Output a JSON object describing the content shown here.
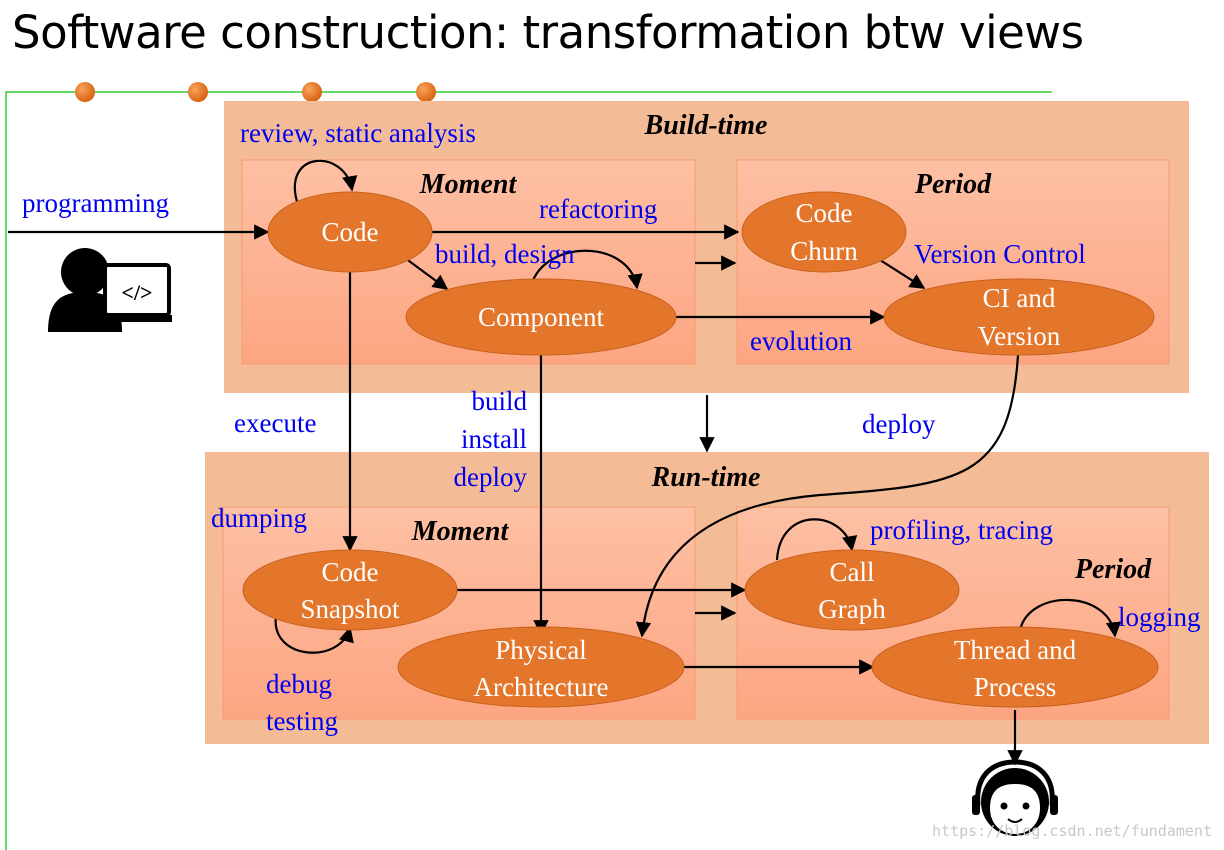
{
  "title": "Software construction: transformation btw views",
  "sections": {
    "build_time": "Build-time",
    "run_time": "Run-time",
    "moment": "Moment",
    "period": "Period"
  },
  "nodes": {
    "code": "Code",
    "component": "Component",
    "code_churn": [
      "Code",
      "Churn"
    ],
    "ci_version": [
      "CI and",
      "Version"
    ],
    "code_snapshot": [
      "Code",
      "Snapshot"
    ],
    "physical_arch": [
      "Physical",
      "Architecture"
    ],
    "call_graph": [
      "Call",
      "Graph"
    ],
    "thread_process": [
      "Thread and",
      "Process"
    ]
  },
  "labels": {
    "programming": "programming",
    "review": "review, static analysis",
    "refactoring": "refactoring",
    "build_design": "build, design",
    "version_control": "Version Control",
    "evolution": "evolution",
    "execute": "execute",
    "build_install_deploy": [
      "build",
      "install",
      "deploy"
    ],
    "deploy": "deploy",
    "dumping": "dumping",
    "profiling": "profiling, tracing",
    "logging": "logging",
    "debug_testing": [
      "debug",
      "testing"
    ]
  },
  "icons": {
    "developer": "</>"
  },
  "watermark": "https://blog.csdn.net/fundament",
  "colors": {
    "outer_panel": "#f4bc96",
    "inner_panel": "#fdb596",
    "node_fill": "#e4762c",
    "label_blue": "#0000ee",
    "frame_green": "#33cc33",
    "bullet": "#e46c0a"
  }
}
